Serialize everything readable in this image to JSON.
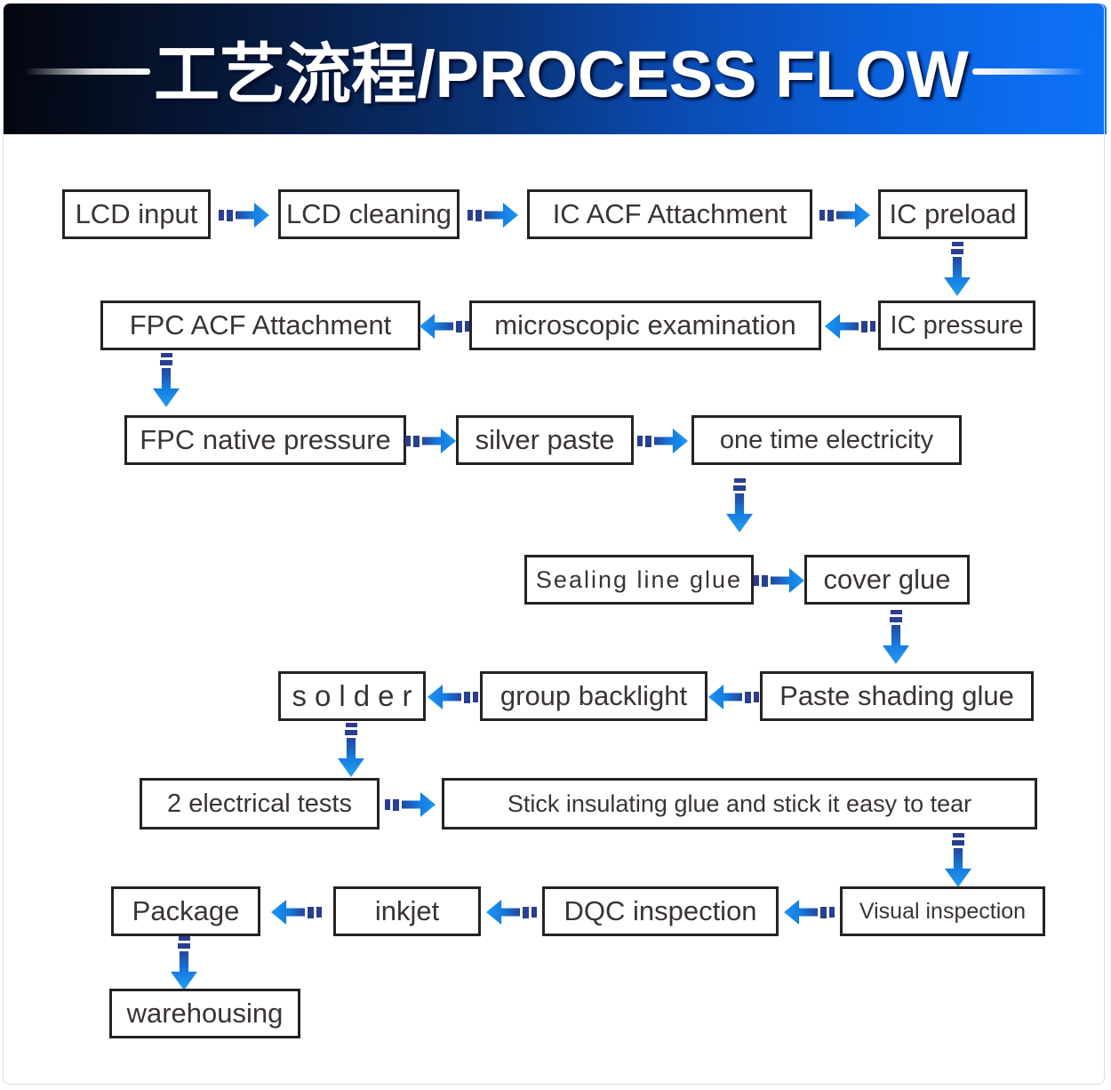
{
  "header": {
    "title": "工艺流程/PROCESS FLOW",
    "text_color": "#ffffff",
    "background_gradient": [
      "#03060e",
      "#0d72f8"
    ]
  },
  "colors": {
    "canvas": "#ffffff",
    "box_border": "#262223",
    "box_text": "#3a3334",
    "arrow_dark": "#2a3b94",
    "arrow_bright": "#1e96f0",
    "frame_border": "#d9dde3"
  },
  "flow": {
    "nodes": [
      {
        "id": "lcd-input",
        "label": "LCD input"
      },
      {
        "id": "lcd-cleaning",
        "label": "LCD cleaning"
      },
      {
        "id": "ic-acf-attachment",
        "label": "IC ACF Attachment"
      },
      {
        "id": "ic-preload",
        "label": "IC preload"
      },
      {
        "id": "ic-pressure",
        "label": "IC pressure"
      },
      {
        "id": "microscopic-examination",
        "label": "microscopic examination"
      },
      {
        "id": "fpc-acf-attachment",
        "label": "FPC ACF Attachment"
      },
      {
        "id": "fpc-native-pressure",
        "label": "FPC native pressure"
      },
      {
        "id": "silver-paste",
        "label": "silver paste"
      },
      {
        "id": "one-time-electricity",
        "label": "one time electricity"
      },
      {
        "id": "sealing-line-glue",
        "label": "Sealing line glue"
      },
      {
        "id": "cover-glue",
        "label": "cover glue"
      },
      {
        "id": "paste-shading-glue",
        "label": "Paste shading glue"
      },
      {
        "id": "group-backlight",
        "label": "group backlight"
      },
      {
        "id": "solder",
        "label": "solder"
      },
      {
        "id": "two-electrical-tests",
        "label": "2 electrical tests"
      },
      {
        "id": "stick-insulating-glue",
        "label": "Stick insulating glue and stick it easy to tear"
      },
      {
        "id": "visual-inspection",
        "label": "Visual inspection"
      },
      {
        "id": "dqc-inspection",
        "label": "DQC inspection"
      },
      {
        "id": "inkjet",
        "label": "inkjet"
      },
      {
        "id": "package",
        "label": "Package"
      },
      {
        "id": "warehousing",
        "label": "warehousing"
      }
    ],
    "edges": [
      [
        "LCD input",
        "LCD cleaning"
      ],
      [
        "LCD cleaning",
        "IC ACF Attachment"
      ],
      [
        "IC ACF Attachment",
        "IC preload"
      ],
      [
        "IC preload",
        "IC pressure"
      ],
      [
        "IC pressure",
        "microscopic examination"
      ],
      [
        "microscopic examination",
        "FPC ACF Attachment"
      ],
      [
        "FPC ACF Attachment",
        "FPC native pressure"
      ],
      [
        "FPC native pressure",
        "silver paste"
      ],
      [
        "silver paste",
        "one time electricity"
      ],
      [
        "one time electricity",
        "Sealing line glue"
      ],
      [
        "Sealing line glue",
        "cover glue"
      ],
      [
        "cover glue",
        "Paste shading glue"
      ],
      [
        "Paste shading glue",
        "group backlight"
      ],
      [
        "group backlight",
        "solder"
      ],
      [
        "solder",
        "2 electrical tests"
      ],
      [
        "2 electrical tests",
        "Stick insulating glue and stick it easy to tear"
      ],
      [
        "Stick insulating glue and stick it easy to tear",
        "Visual inspection"
      ],
      [
        "Visual inspection",
        "DQC inspection"
      ],
      [
        "DQC inspection",
        "inkjet"
      ],
      [
        "inkjet",
        "Package"
      ],
      [
        "Package",
        "warehousing"
      ]
    ]
  }
}
